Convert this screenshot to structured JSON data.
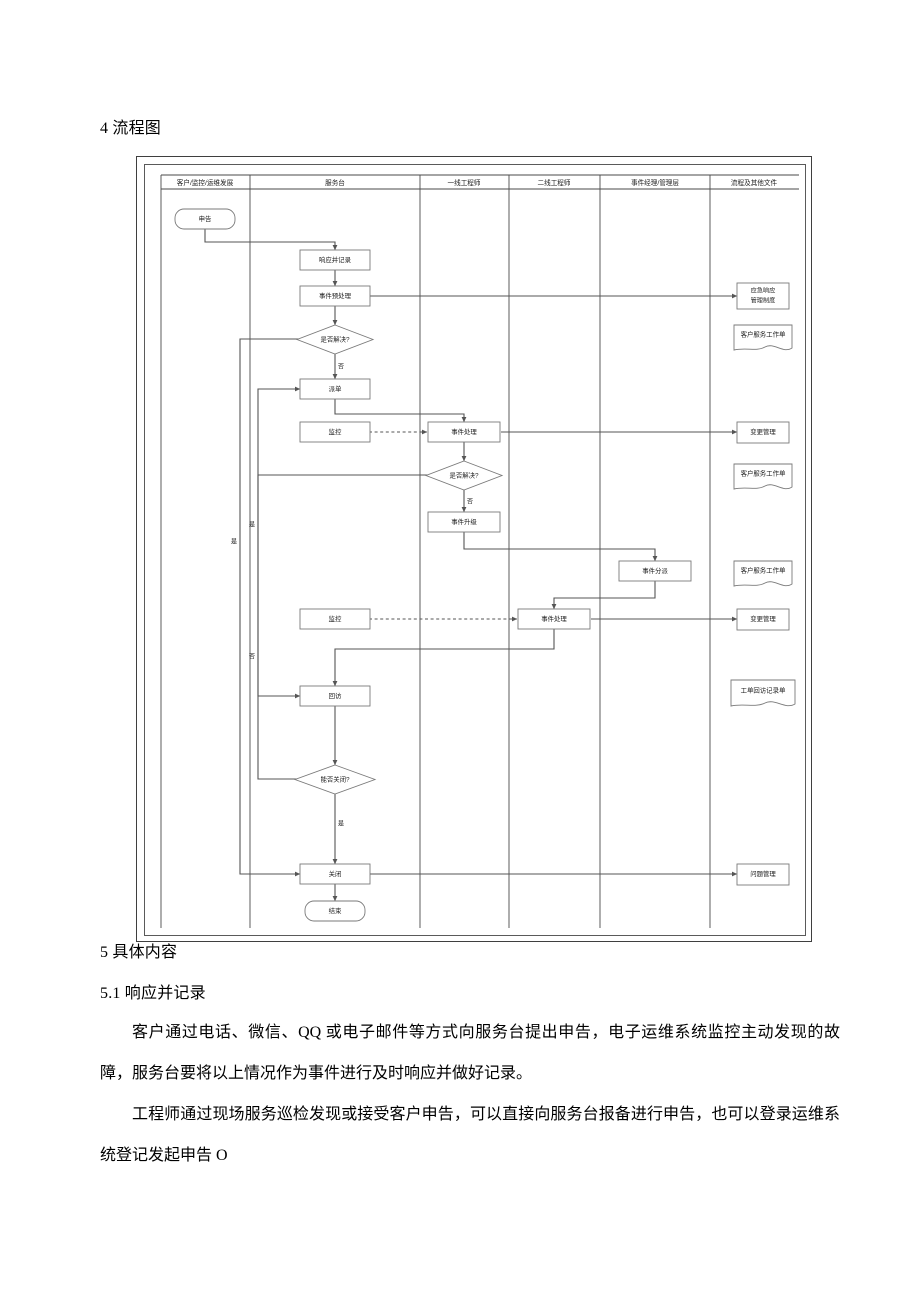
{
  "document": {
    "heading_4": "4 流程图",
    "heading_5": "5 具体内容",
    "heading_5_1": "5.1 响应并记录",
    "paragraph_1": "客户通过电话、微信、QQ 或电子邮件等方式向服务台提出申告，电子运维系统监控主动发现的故障，服务台要将以上情况作为事件进行及时响应并做好记录。",
    "paragraph_2": "工程师通过现场服务巡检发现或接受客户申告，可以直接向服务台报备进行申告，也可以登录运维系统登记发起申告 O"
  },
  "chart_data": {
    "type": "diagram",
    "title": "4 流程图",
    "diagram_kind": "cross-functional-flowchart",
    "lanes": [
      {
        "id": "lane-customer",
        "label": "客户/监控/运维发展"
      },
      {
        "id": "lane-servicedesk",
        "label": "服务台"
      },
      {
        "id": "lane-l1",
        "label": "一线工程师"
      },
      {
        "id": "lane-l2",
        "label": "二线工程师"
      },
      {
        "id": "lane-manager",
        "label": "事件经理/管理层"
      },
      {
        "id": "lane-docs",
        "label": "流程及其他文件"
      }
    ],
    "nodes": [
      {
        "id": "n-start",
        "lane": "lane-customer",
        "shape": "terminator",
        "label": "申告"
      },
      {
        "id": "n-respond",
        "lane": "lane-servicedesk",
        "shape": "process",
        "label": "响应并记录"
      },
      {
        "id": "n-pretreat",
        "lane": "lane-servicedesk",
        "shape": "process",
        "label": "事件预处理"
      },
      {
        "id": "n-solved1",
        "lane": "lane-servicedesk",
        "shape": "decision",
        "label": "是否解决?"
      },
      {
        "id": "n-dispatch",
        "lane": "lane-servicedesk",
        "shape": "process",
        "label": "派单"
      },
      {
        "id": "n-monitor1",
        "lane": "lane-servicedesk",
        "shape": "process",
        "label": "监控"
      },
      {
        "id": "n-handle1",
        "lane": "lane-l1",
        "shape": "process",
        "label": "事件处理"
      },
      {
        "id": "n-solved2",
        "lane": "lane-l1",
        "shape": "decision",
        "label": "是否解决?"
      },
      {
        "id": "n-escalate",
        "lane": "lane-l1",
        "shape": "process",
        "label": "事件升级"
      },
      {
        "id": "n-assign",
        "lane": "lane-manager",
        "shape": "process",
        "label": "事件分派"
      },
      {
        "id": "n-monitor2",
        "lane": "lane-servicedesk",
        "shape": "process",
        "label": "监控"
      },
      {
        "id": "n-handle2",
        "lane": "lane-l2",
        "shape": "process",
        "label": "事件处理"
      },
      {
        "id": "n-followup",
        "lane": "lane-servicedesk",
        "shape": "process",
        "label": "回访"
      },
      {
        "id": "n-canclose",
        "lane": "lane-servicedesk",
        "shape": "decision",
        "label": "能否关闭?"
      },
      {
        "id": "n-close",
        "lane": "lane-servicedesk",
        "shape": "process",
        "label": "关闭"
      },
      {
        "id": "n-end",
        "lane": "lane-servicedesk",
        "shape": "terminator",
        "label": "结束"
      },
      {
        "id": "d-emergency",
        "lane": "lane-docs",
        "shape": "process",
        "label_line1": "应急响应",
        "label_line2": "管理制度"
      },
      {
        "id": "d-worksheet1",
        "lane": "lane-docs",
        "shape": "document",
        "label": "客户服务工作单"
      },
      {
        "id": "d-change1",
        "lane": "lane-docs",
        "shape": "process",
        "label": "变更管理"
      },
      {
        "id": "d-worksheet2",
        "lane": "lane-docs",
        "shape": "document",
        "label": "客户服务工作单"
      },
      {
        "id": "d-worksheet3",
        "lane": "lane-docs",
        "shape": "document",
        "label": "客户服务工作单"
      },
      {
        "id": "d-change2",
        "lane": "lane-docs",
        "shape": "process",
        "label": "变更管理"
      },
      {
        "id": "d-visitrecord",
        "lane": "lane-docs",
        "shape": "document",
        "label": "工单回访记录单"
      },
      {
        "id": "d-problem",
        "lane": "lane-docs",
        "shape": "process",
        "label": "问题管理"
      }
    ],
    "branch_labels": [
      {
        "id": "b-solved1-yes",
        "from": "n-solved1",
        "label": "是"
      },
      {
        "id": "b-solved1-no",
        "from": "n-solved1",
        "label": "否"
      },
      {
        "id": "b-solved2-yes",
        "from": "n-solved2",
        "label": "是"
      },
      {
        "id": "b-solved2-no",
        "from": "n-solved2",
        "label": "否"
      },
      {
        "id": "b-canclose-yes",
        "from": "n-canclose",
        "label": "是"
      },
      {
        "id": "b-canclose-no",
        "from": "n-canclose",
        "label": "否"
      }
    ],
    "edges": [
      {
        "from": "n-start",
        "to": "n-respond",
        "style": "solid"
      },
      {
        "from": "n-respond",
        "to": "n-pretreat",
        "style": "solid"
      },
      {
        "from": "n-pretreat",
        "to": "d-emergency",
        "style": "solid"
      },
      {
        "from": "n-pretreat",
        "to": "n-solved1",
        "style": "solid"
      },
      {
        "from": "n-solved1",
        "to": "n-dispatch",
        "style": "solid",
        "label": "否"
      },
      {
        "from": "n-solved1",
        "to": "n-close",
        "style": "solid",
        "label": "是"
      },
      {
        "from": "n-dispatch",
        "to": "n-handle1",
        "style": "solid"
      },
      {
        "from": "n-monitor1",
        "to": "n-handle1",
        "style": "dashed"
      },
      {
        "from": "n-handle1",
        "to": "d-change1",
        "style": "solid"
      },
      {
        "from": "n-handle1",
        "to": "n-solved2",
        "style": "solid"
      },
      {
        "from": "n-solved2",
        "to": "n-escalate",
        "style": "solid",
        "label": "否"
      },
      {
        "from": "n-solved2",
        "to": "n-followup",
        "style": "solid",
        "label": "是"
      },
      {
        "from": "n-escalate",
        "to": "n-assign",
        "style": "solid"
      },
      {
        "from": "n-assign",
        "to": "n-handle2",
        "style": "solid"
      },
      {
        "from": "n-monitor2",
        "to": "n-handle2",
        "style": "dashed"
      },
      {
        "from": "n-handle2",
        "to": "d-change2",
        "style": "solid"
      },
      {
        "from": "n-handle2",
        "to": "n-followup",
        "style": "solid"
      },
      {
        "from": "n-followup",
        "to": "n-canclose",
        "style": "solid"
      },
      {
        "from": "n-canclose",
        "to": "n-close",
        "style": "solid",
        "label": "是"
      },
      {
        "from": "n-canclose",
        "to": "n-dispatch",
        "style": "solid",
        "label": "否"
      },
      {
        "from": "n-close",
        "to": "d-problem",
        "style": "solid"
      },
      {
        "from": "n-close",
        "to": "n-end",
        "style": "solid"
      }
    ]
  }
}
